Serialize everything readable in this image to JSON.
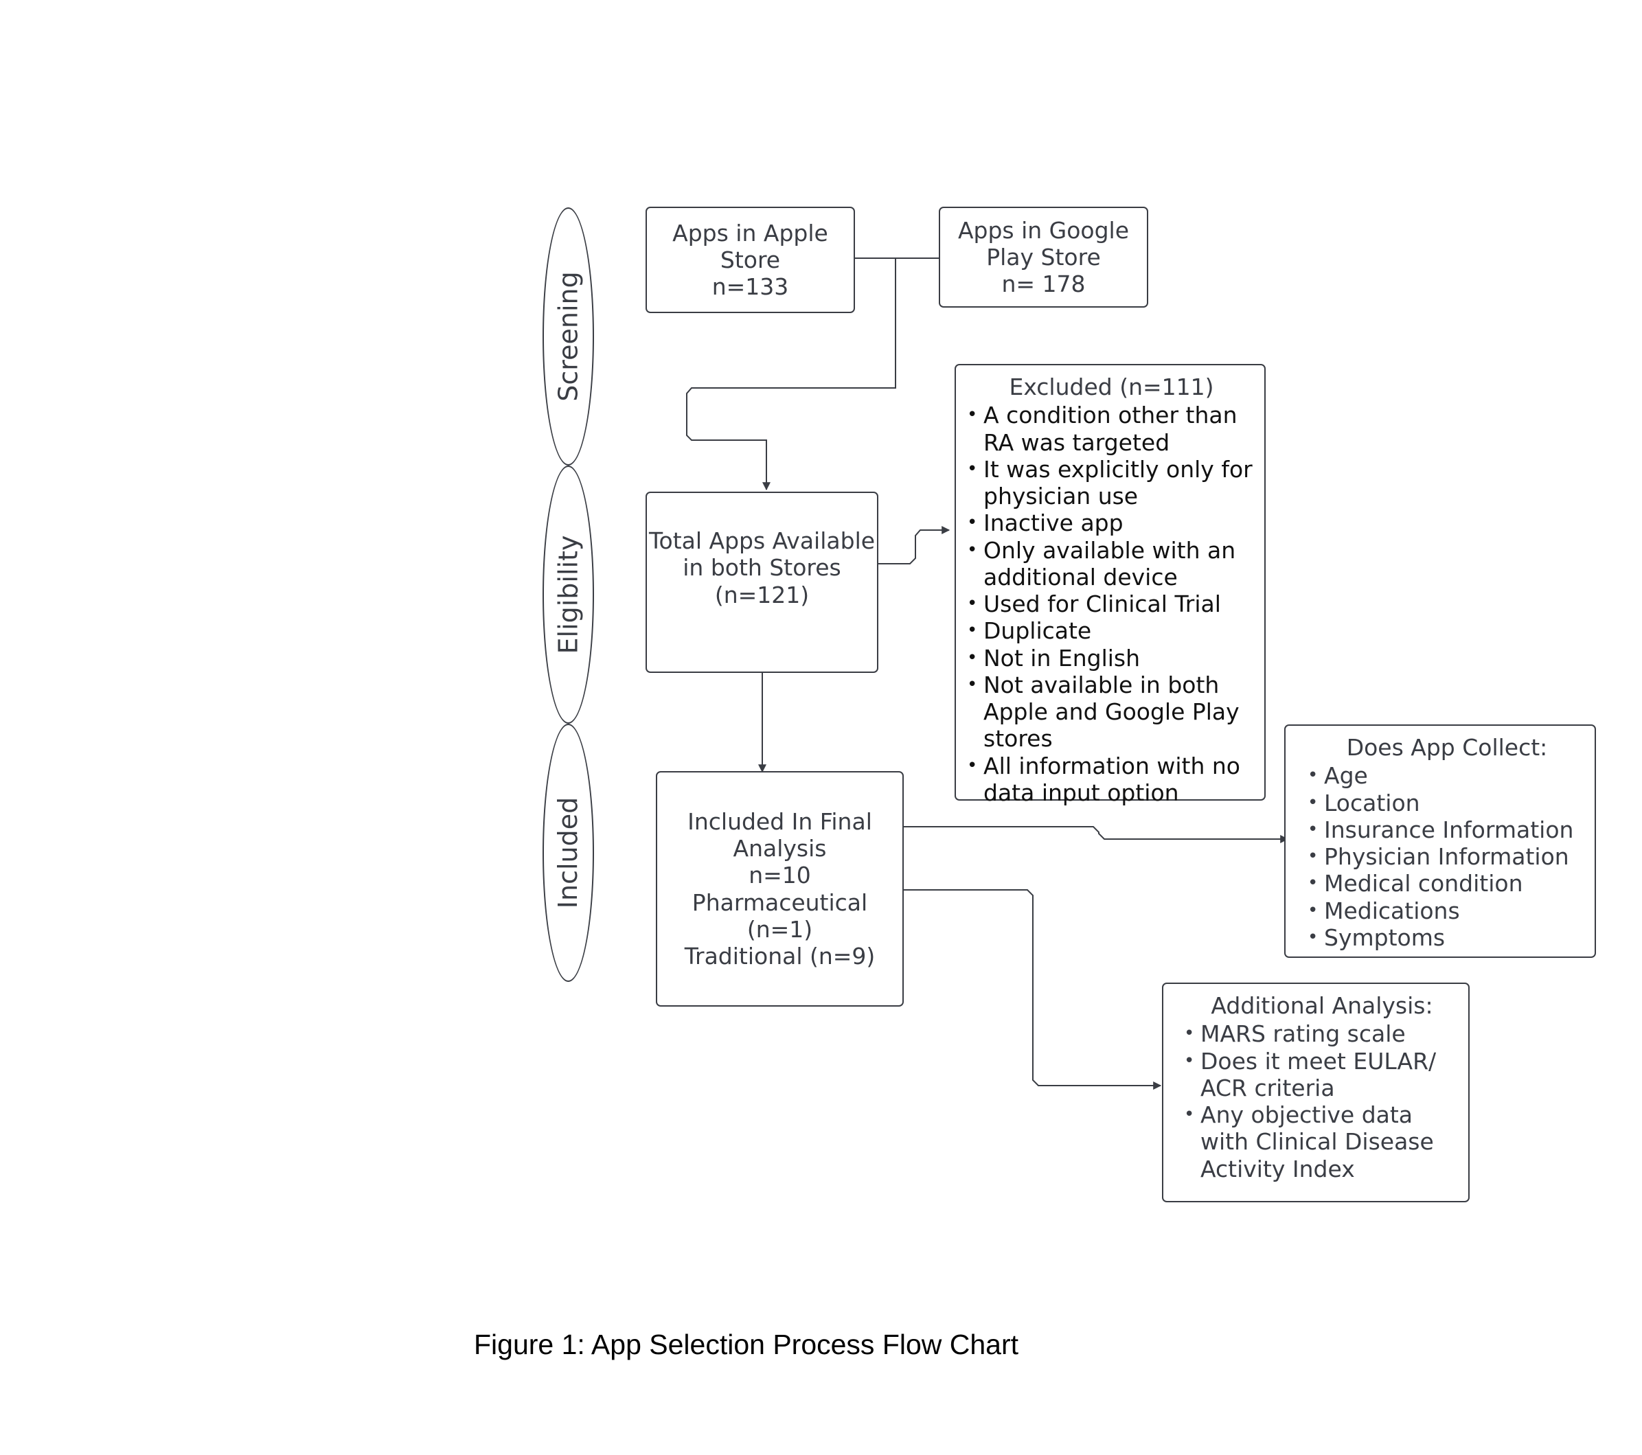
{
  "stages": [
    "Screening",
    "Eligibility",
    "Included"
  ],
  "apple_store": {
    "line1": "Apps in Apple",
    "line2": "Store",
    "line3": "n=133"
  },
  "google_store": {
    "line1": "Apps in Google",
    "line2": "Play Store",
    "line3": "n= 178"
  },
  "total_available": {
    "line1": "Total Apps Available",
    "line2": "in both Stores",
    "line3": "(n=121)"
  },
  "excluded": {
    "title": "Excluded (n=111)",
    "items": [
      "A condition other than RA was targeted",
      "It was explicitly only for physician use",
      "Inactive app",
      "Only available with an additional device",
      "Used for Clinical Trial",
      "Duplicate",
      "Not in English",
      "Not available in both Apple and Google Play stores",
      "All information with no data input option"
    ]
  },
  "included": {
    "line1": "Included In Final",
    "line2": "Analysis",
    "line3": "n=10",
    "line4": "Pharmaceutical",
    "line5": "(n=1)",
    "line6": "Traditional (n=9)"
  },
  "collect": {
    "title": "Does App Collect:",
    "items": [
      "Age",
      "Location",
      "Insurance Information",
      "Physician Information",
      "Medical condition",
      "Medications",
      "Symptoms"
    ]
  },
  "additional": {
    "title": "Additional Analysis:",
    "items": [
      "MARS rating scale",
      "Does it meet EULAR/ ACR criteria",
      "Any objective data with Clinical Disease Activity Index"
    ]
  },
  "caption": "Figure 1: App Selection Process Flow Chart",
  "colors": {
    "stroke": "#3a3d44",
    "text": "#3a3d44",
    "background": "#ffffff"
  }
}
